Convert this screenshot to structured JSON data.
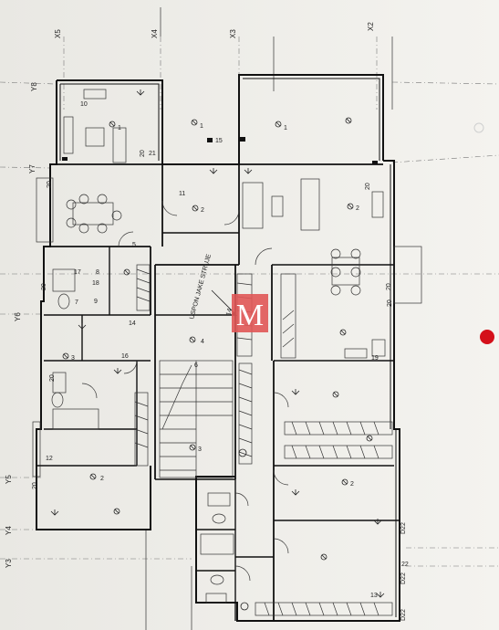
{
  "axes": {
    "x": [
      "X5",
      "X4",
      "X3",
      "X2"
    ],
    "y": [
      "Y8",
      "Y7",
      "Y6",
      "Y5",
      "Y4",
      "Y3"
    ]
  },
  "dimension_marks": [
    "20",
    "20",
    "20",
    "20",
    "20",
    "20",
    "20",
    "20"
  ],
  "side_marks": [
    "D22",
    "D22",
    "D22"
  ],
  "stair_label": "USPON JAKE STRUJE",
  "stair_number": "14",
  "logo_letter": "M",
  "room_numbers": [
    "1",
    "1",
    "1",
    "2",
    "2",
    "2",
    "2",
    "3",
    "3",
    "4",
    "5",
    "6",
    "7",
    "8",
    "9",
    "10",
    "11",
    "12",
    "13",
    "14",
    "15",
    "16",
    "17",
    "18",
    "19",
    "21",
    "22"
  ],
  "colors": {
    "paper": "#f1f0ec",
    "ink": "#111111",
    "logo_fill": "#e05656",
    "stain": "#d4101a"
  }
}
